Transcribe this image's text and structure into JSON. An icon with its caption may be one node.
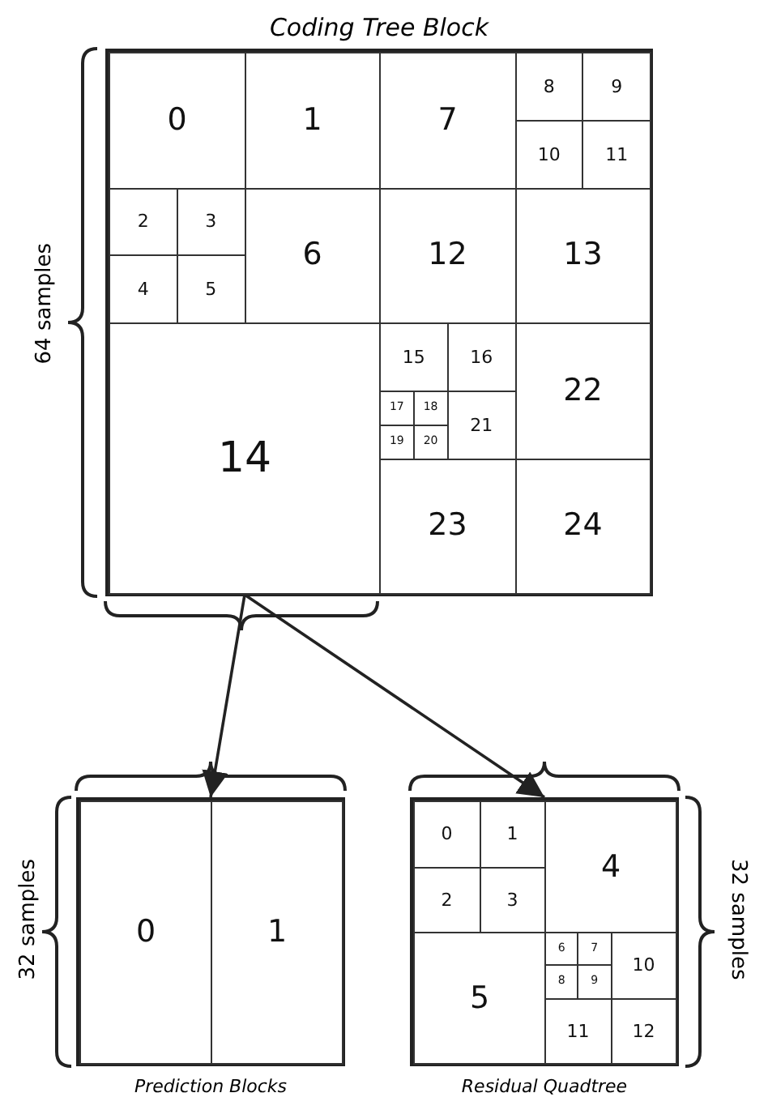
{
  "diagram": {
    "nodes": [
      {
        "text": [
          "Coding Tree Block"
        ]
      },
      {
        "text": [
          "0"
        ],
        "in": 0
      },
      {
        "text": [
          "1"
        ],
        "in": 0
      },
      {
        "text": [
          "2"
        ],
        "in": 0
      },
      {
        "text": [
          "3"
        ],
        "in": 0
      },
      {
        "text": [
          "4"
        ],
        "in": 0
      },
      {
        "text": [
          "5"
        ],
        "in": 0
      },
      {
        "text": [
          "6"
        ],
        "in": 0
      },
      {
        "text": [
          "7"
        ],
        "in": 0
      },
      {
        "text": [
          "8"
        ],
        "in": 0
      },
      {
        "text": [
          "9"
        ],
        "in": 0
      },
      {
        "text": [
          "10"
        ],
        "in": 0
      },
      {
        "text": [
          "11"
        ],
        "in": 0
      },
      {
        "text": [
          "12"
        ],
        "in": 0
      },
      {
        "text": [
          "13"
        ],
        "in": 0
      },
      {
        "text": [
          "14"
        ],
        "in": 0
      },
      {
        "text": [
          "15"
        ],
        "in": 0
      },
      {
        "text": [
          "16"
        ],
        "in": 0
      },
      {
        "text": [
          "17"
        ],
        "in": 0
      },
      {
        "text": [
          "18"
        ],
        "in": 0
      },
      {
        "text": [
          "19"
        ],
        "in": 0
      },
      {
        "text": [
          "20"
        ],
        "in": 0
      },
      {
        "text": [
          "21"
        ],
        "in": 0
      },
      {
        "text": [
          "22"
        ],
        "in": 0
      },
      {
        "text": [
          "23"
        ],
        "in": 0
      },
      {
        "text": [
          "24"
        ],
        "in": 0
      },
      {
        "text": [
          "Prediction Blocks"
        ]
      },
      {
        "text": [
          "0"
        ],
        "in": 26
      },
      {
        "text": [
          "1"
        ],
        "in": 26
      },
      {
        "text": [
          "Residual Quadtree"
        ]
      },
      {
        "text": [
          "0"
        ],
        "in": 29
      },
      {
        "text": [
          "1"
        ],
        "in": 29
      },
      {
        "text": [
          "2"
        ],
        "in": 29
      },
      {
        "text": [
          "3"
        ],
        "in": 29
      },
      {
        "text": [
          "4"
        ],
        "in": 29
      },
      {
        "text": [
          "5"
        ],
        "in": 29
      },
      {
        "text": [
          "6"
        ],
        "in": 29
      },
      {
        "text": [
          "7"
        ],
        "in": 29
      },
      {
        "text": [
          "8"
        ],
        "in": 29
      },
      {
        "text": [
          "9"
        ],
        "in": 29
      },
      {
        "text": [
          "10"
        ],
        "in": 29
      },
      {
        "text": [
          "11"
        ],
        "in": 29
      },
      {
        "text": [
          "12"
        ],
        "in": 29
      }
    ],
    "edges": [
      {
        "from": 15,
        "to": 26,
        "arrow": "to"
      },
      {
        "from": 15,
        "to": 29,
        "arrow": "to"
      }
    ],
    "labels": [
      "64 samples",
      "32 samples",
      "32 samples"
    ]
  }
}
